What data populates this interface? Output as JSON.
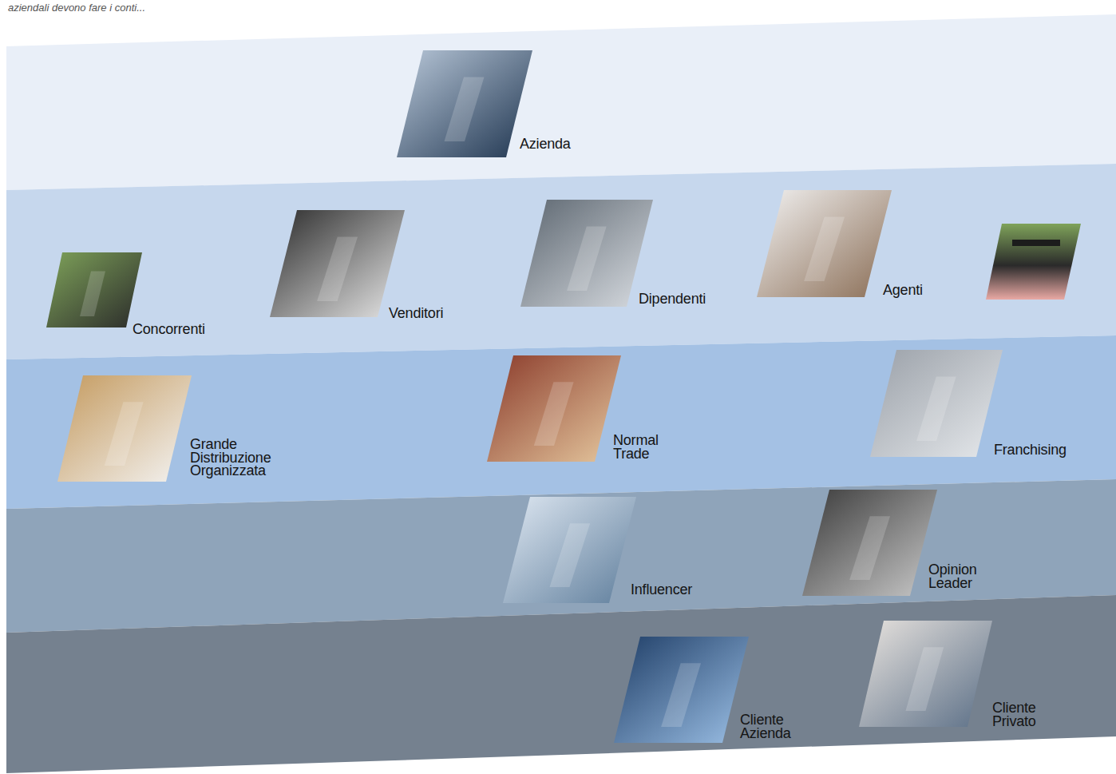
{
  "diagram": {
    "nodes": [
      {
        "text": [
          "Azienda"
        ]
      },
      {
        "text": [
          "Concorrenti"
        ]
      },
      {
        "text": [
          "Venditori"
        ]
      },
      {
        "text": [
          "Dipendenti"
        ]
      },
      {
        "text": [
          "Agenti"
        ]
      },
      {
        "text": [
          "Grande Distribuzione Organizzata"
        ]
      },
      {
        "text": [
          "Normal Trade"
        ]
      },
      {
        "text": [
          "Franchising"
        ]
      },
      {
        "text": [
          "Influencer"
        ]
      },
      {
        "text": [
          "Opinion Leader"
        ]
      },
      {
        "text": [
          "Cliente Azienda"
        ]
      },
      {
        "text": [
          "Cliente Privato"
        ]
      }
    ],
    "labels": [
      "aziendali devono fare i conti..."
    ]
  }
}
